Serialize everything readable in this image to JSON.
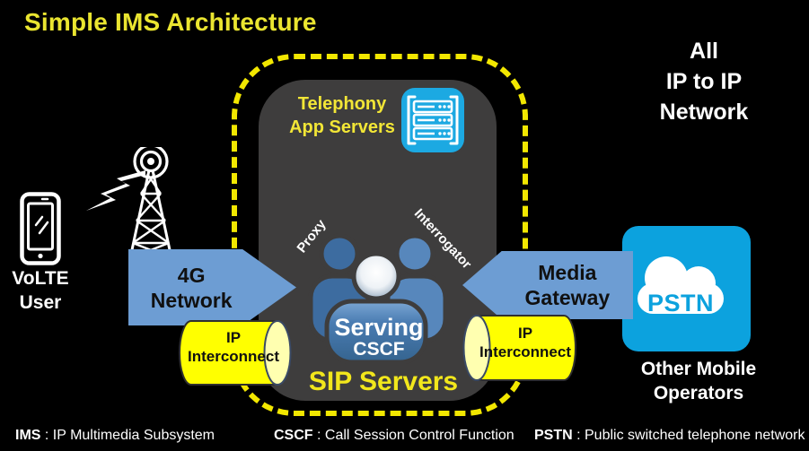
{
  "title": "Simple IMS Architecture",
  "note": "All\nIP to IP\nNetwork",
  "core": {
    "telephony_label": "Telephony\nApp Servers",
    "proxy_label": "Proxy",
    "interrogator_label": "Interrogator",
    "serving_label": "Serving",
    "cscf_label": "CSCF",
    "sip_label": "SIP Servers"
  },
  "left_side": {
    "user_label": "VoLTE\nUser",
    "arrow_label": "4G\nNetwork",
    "cylinder_label": "IP\nInterconnect"
  },
  "right_side": {
    "arrow_label": "Media\nGateway",
    "cylinder_label": "IP\nInterconnect",
    "cloud_label": "PSTN",
    "caption": "Other Mobile\nOperators"
  },
  "legend": [
    {
      "term": "IMS",
      "def": " : IP Multimedia Subsystem"
    },
    {
      "term": "CSCF",
      "def": " : Call Session Control Function"
    },
    {
      "term": "PSTN",
      "def": " : Public switched telephone network"
    }
  ],
  "icons": {
    "server": "server-rack-icon",
    "phone": "smartphone-icon",
    "tower": "radio-tower-icon",
    "bolt": "lightning-bolt-icon",
    "people": "cscf-users-icon",
    "cloud": "pstn-cloud-icon"
  },
  "colors": {
    "background": "#000000",
    "title_yellow": "#EAE530",
    "dash_yellow": "#F2E700",
    "panel_grey": "#3E3D3D",
    "arrow_blue": "#6D9DD3",
    "cyan": "#1CA9E2",
    "pstn_cyan": "#0CA2DE",
    "cylinder_yellow": "#FFFF00",
    "people_blue": "#4A7CB2"
  }
}
